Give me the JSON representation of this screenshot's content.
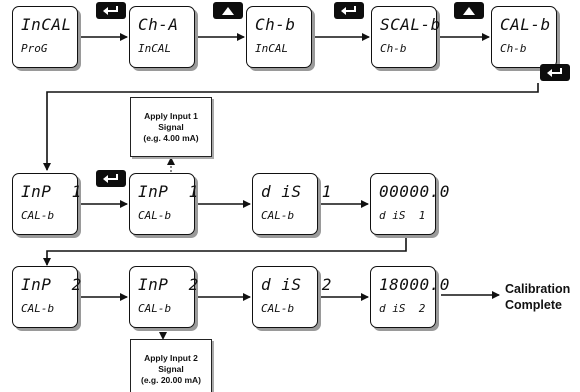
{
  "displays": {
    "d1": {
      "main": "InCAL",
      "sub": "ProG"
    },
    "d2": {
      "main": "Ch-A",
      "sub": "InCAL"
    },
    "d3": {
      "main": "Ch-b",
      "sub": "InCAL"
    },
    "d4": {
      "main": "SCAL-b",
      "sub": "Ch-b"
    },
    "d5": {
      "main": "CAL-b",
      "sub": "Ch-b"
    },
    "d6": {
      "main": "InP  1",
      "sub": "CAL-b"
    },
    "d7": {
      "main": "InP  1",
      "sub": "CAL-b"
    },
    "d8": {
      "main": "d iS  1",
      "sub": "CAL-b"
    },
    "d9": {
      "main": "00000.0",
      "sub": "d iS  1"
    },
    "d10": {
      "main": "InP  2",
      "sub": "CAL-b"
    },
    "d11": {
      "main": "InP  2",
      "sub": "CAL-b"
    },
    "d12": {
      "main": "d iS  2",
      "sub": "CAL-b"
    },
    "d13": {
      "main": "18000.0",
      "sub": "d iS  2"
    }
  },
  "keys": [
    "enter-key",
    "up-key",
    "enter-key",
    "up-key",
    "enter-key",
    "enter-key"
  ],
  "notes": {
    "apply1": {
      "line1": "Apply Input 1",
      "line2": "Signal",
      "line3": "(e.g. 4.00 mA)"
    },
    "apply2": {
      "line1": "Apply Input 2",
      "line2": "Signal",
      "line3": "(e.g. 20.00 mA)"
    }
  },
  "final": {
    "line1": "Calibration",
    "line2": "Complete"
  },
  "colors": {
    "line": "#111111",
    "key_bg": "#0d0d0d",
    "shadow": "#9a9a9a"
  }
}
